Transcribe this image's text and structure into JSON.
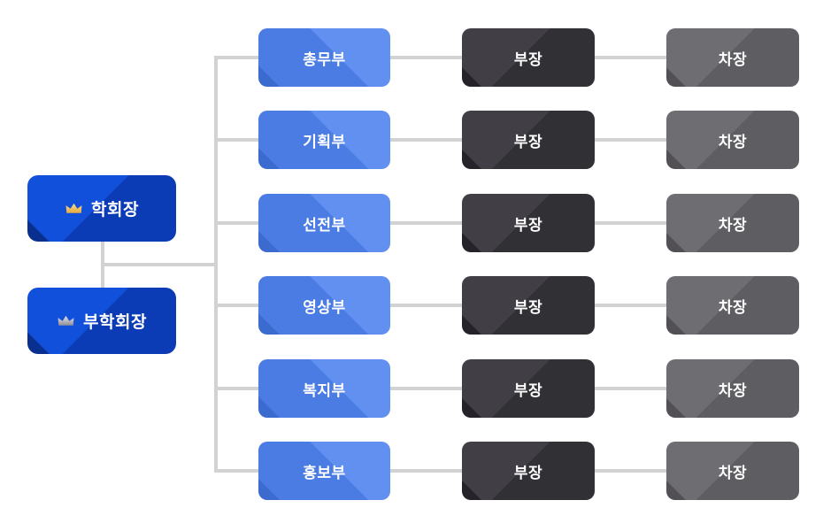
{
  "chart_title": "student-council-organization-chart",
  "colors": {
    "background": "#ffffff",
    "connector_line": "#d2d2d2",
    "executive_blue": "#0e46cc",
    "executive_blue_dark": "#0c3cb5",
    "department_blue": "#4b7ce4",
    "department_blue_light": "#6290f1",
    "manager_charcoal": "#38363b",
    "deputy_gray": "#656367",
    "box_text": "#ffffff",
    "crown_gold": "#efbf59",
    "crown_silver": "#b3b2bb"
  },
  "executives": [
    {
      "label": "학회장",
      "icon": "crown-gold-icon"
    },
    {
      "label": "부학회장",
      "icon": "crown-silver-icon"
    }
  ],
  "rows": [
    {
      "dept": "총무부",
      "manager": "부장",
      "deputy": "차장"
    },
    {
      "dept": "기획부",
      "manager": "부장",
      "deputy": "차장"
    },
    {
      "dept": "선전부",
      "manager": "부장",
      "deputy": "차장"
    },
    {
      "dept": "영상부",
      "manager": "부장",
      "deputy": "차장"
    },
    {
      "dept": "복지부",
      "manager": "부장",
      "deputy": "차장"
    },
    {
      "dept": "홍보부",
      "manager": "부장",
      "deputy": "차장"
    }
  ]
}
